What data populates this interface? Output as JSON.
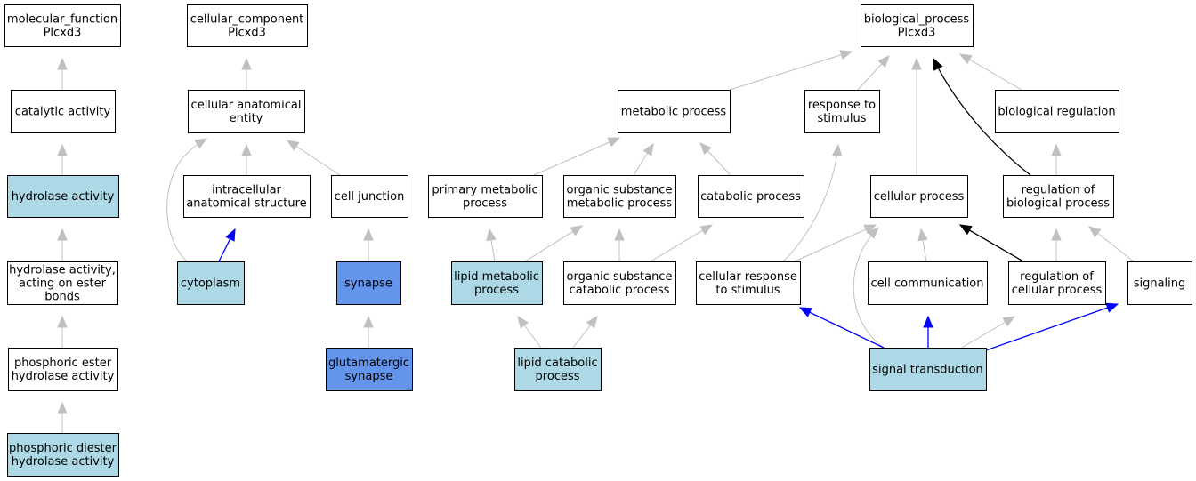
{
  "colors": {
    "plain": "#ffffff",
    "light_blue": "#add8e6",
    "cornflower_blue": "#6495ed",
    "edge_gray": "#c0c0c0",
    "edge_blue": "#0000ff",
    "edge_black": "#000000"
  },
  "nodes": {
    "mf_root": [
      "molecular_function",
      "Plcxd3"
    ],
    "catalytic": [
      "catalytic activity"
    ],
    "hydrolase": [
      "hydrolase activity"
    ],
    "hydrolase_ester": [
      "hydrolase activity,",
      "acting on ester",
      "bonds"
    ],
    "phosphoric_ester": [
      "phosphoric ester",
      "hydrolase activity"
    ],
    "phosphoric_diester": [
      "phosphoric diester",
      "hydrolase activity"
    ],
    "cc_root": [
      "cellular_component",
      "Plcxd3"
    ],
    "anatomical_entity": [
      "cellular anatomical",
      "entity"
    ],
    "intracellular": [
      "intracellular",
      "anatomical structure"
    ],
    "cell_junction": [
      "cell junction"
    ],
    "cytoplasm": [
      "cytoplasm"
    ],
    "synapse": [
      "synapse"
    ],
    "glutamatergic": [
      "glutamatergic",
      "synapse"
    ],
    "bp_root": [
      "biological_process",
      "Plcxd3"
    ],
    "metabolic": [
      "metabolic process"
    ],
    "response_stimulus": [
      "response to",
      "stimulus"
    ],
    "bio_regulation": [
      "biological regulation"
    ],
    "primary_metabolic": [
      "primary metabolic",
      "process"
    ],
    "organic_metabolic": [
      "organic substance",
      "metabolic process"
    ],
    "catabolic": [
      "catabolic process"
    ],
    "cellular_process": [
      "cellular process"
    ],
    "reg_bio_process": [
      "regulation of",
      "biological process"
    ],
    "lipid_metabolic": [
      "lipid metabolic",
      "process"
    ],
    "organic_catabolic": [
      "organic substance",
      "catabolic process"
    ],
    "cellular_response": [
      "cellular response",
      "to stimulus"
    ],
    "cell_communication": [
      "cell communication"
    ],
    "reg_cell_process": [
      "regulation of",
      "cellular process"
    ],
    "signaling": [
      "signaling"
    ],
    "lipid_catabolic": [
      "lipid catabolic",
      "process"
    ],
    "signal_transduction": [
      "signal transduction"
    ]
  }
}
